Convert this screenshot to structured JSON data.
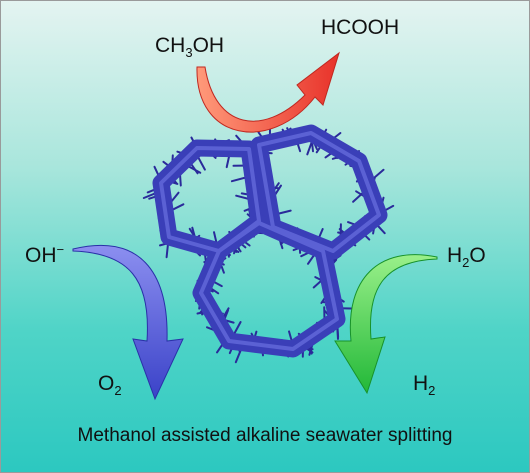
{
  "labels": {
    "methanol": {
      "base": "CH",
      "sub": "3",
      "tail": "OH"
    },
    "formic_acid": {
      "text": "HCOOH"
    },
    "hydroxide": {
      "base": "OH",
      "sup": "−"
    },
    "water": {
      "base": "H",
      "sub": "2",
      "tail": "O"
    },
    "oxygen": {
      "base": "O",
      "sub": "2"
    },
    "hydrogen": {
      "base": "H",
      "sub": "2"
    }
  },
  "caption": "Methanol assisted alkaline seawater splitting",
  "colors": {
    "background_top": "#e4f4f1",
    "background_bottom": "#2cc8c0",
    "framework": "#3a3fb8",
    "spikes": "#2a2a9a",
    "arrow_methanol": "#f0443a",
    "arrow_oxygen": "#4a52d8",
    "arrow_hydrogen": "#3ec94a"
  }
}
